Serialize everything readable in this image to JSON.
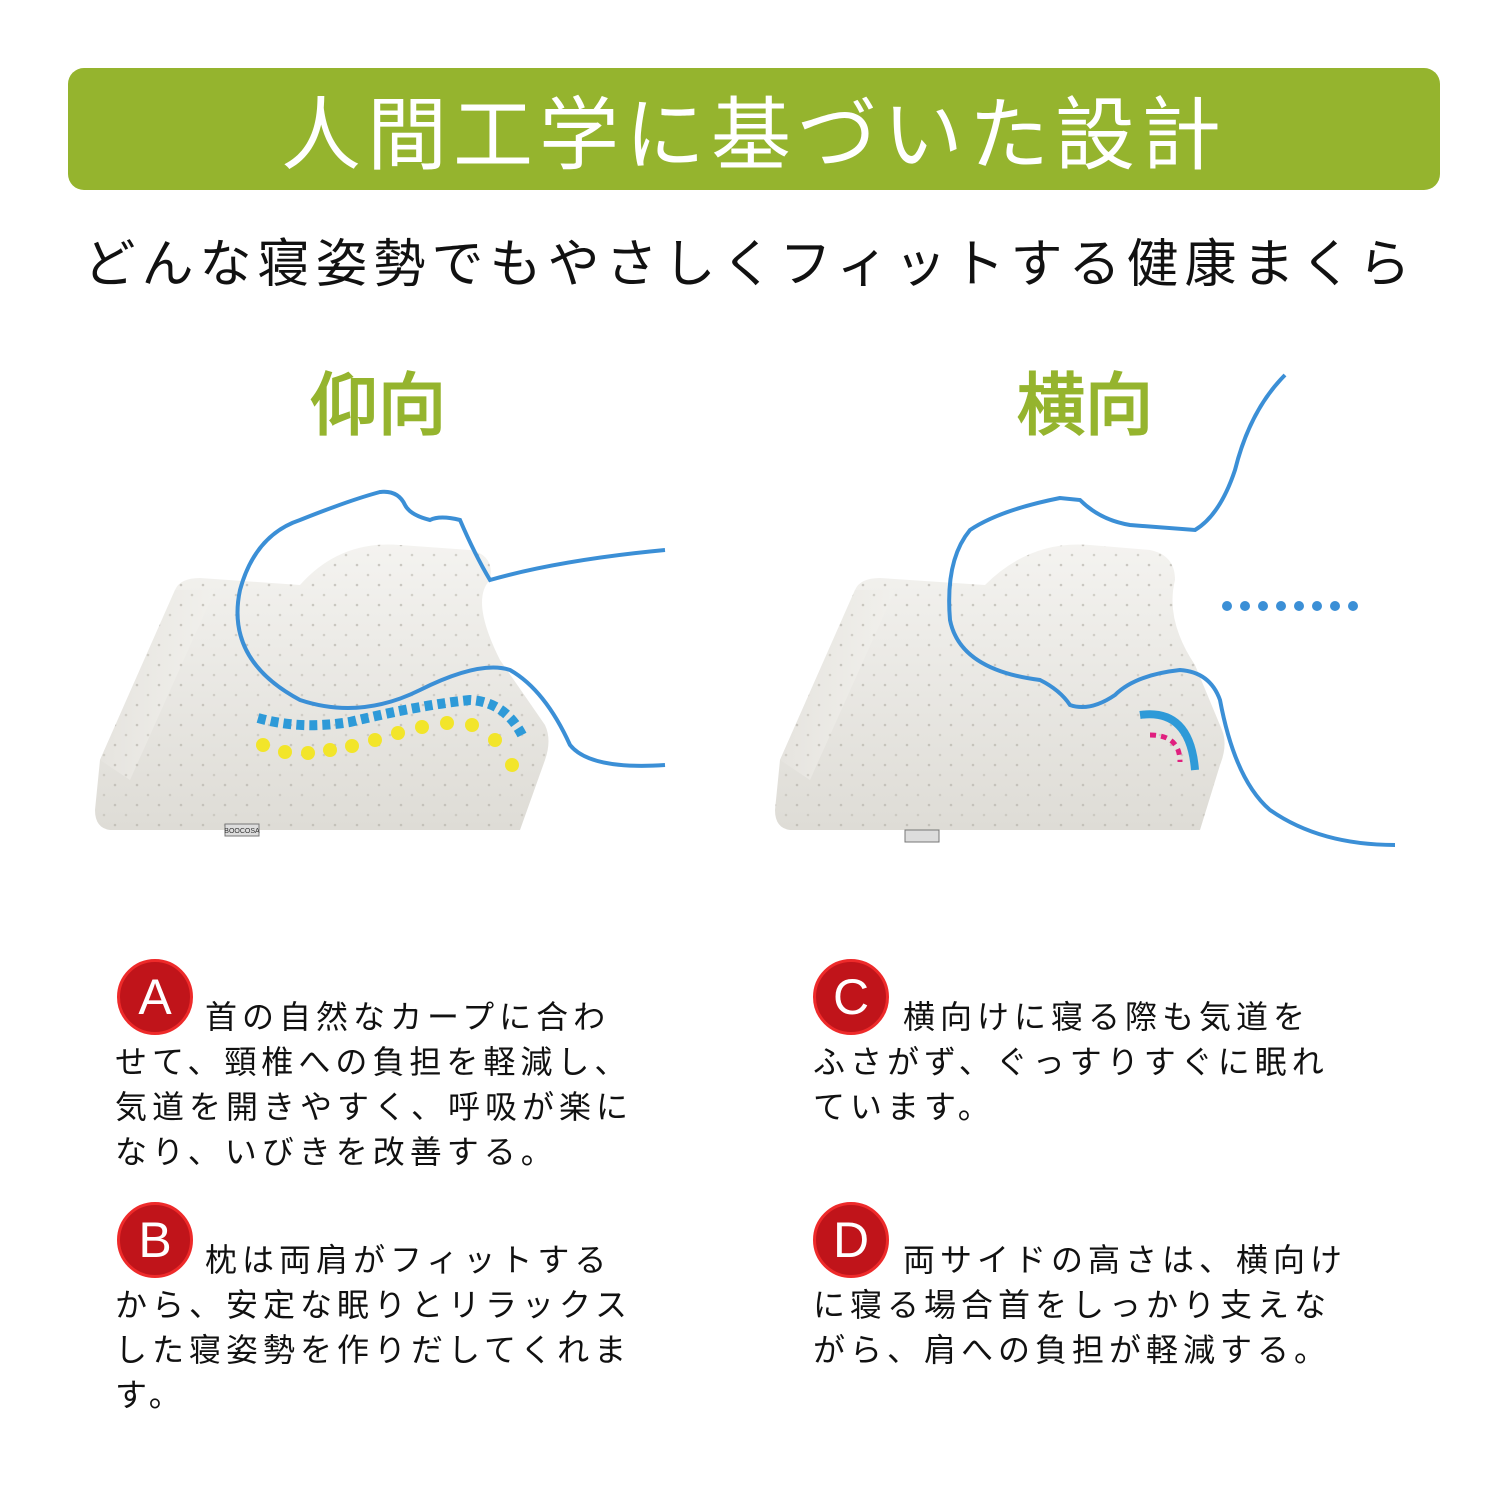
{
  "banner": {
    "title": "人間工学に基づいた設計",
    "color": "#95b42e"
  },
  "subtitle": "どんな寝姿勢でもやさしくフィットする健康まくら",
  "poses": {
    "back": "仰向",
    "side": "横向"
  },
  "pillow_logo": "BOOCOSA",
  "colors": {
    "line_blue": "#3b8fd6",
    "badge_red": "#c0141a",
    "dot_yellow": "#f2e52a",
    "dot_pink": "#e0207f"
  },
  "points": [
    {
      "badge": "A",
      "lines": [
        "首の自然なカープに合わ",
        "せて、頸椎への負担を軽減し、",
        "気道を開きやすく、呼吸が楽に",
        "なり、いびきを改善する。"
      ]
    },
    {
      "badge": "B",
      "lines": [
        "枕は両肩がフィットする",
        "から、安定な眠りとリラックス",
        "した寝姿勢を作りだしてくれま",
        "す。"
      ]
    },
    {
      "badge": "C",
      "lines": [
        "横向けに寝る際も気道を",
        "ふさがず、ぐっすりすぐに眠れ",
        "ています。"
      ]
    },
    {
      "badge": "D",
      "lines": [
        "両サイドの高さは、横向け",
        "に寝る場合首をしっかり支えな",
        "がら、肩への負担が軽減する。"
      ]
    }
  ]
}
